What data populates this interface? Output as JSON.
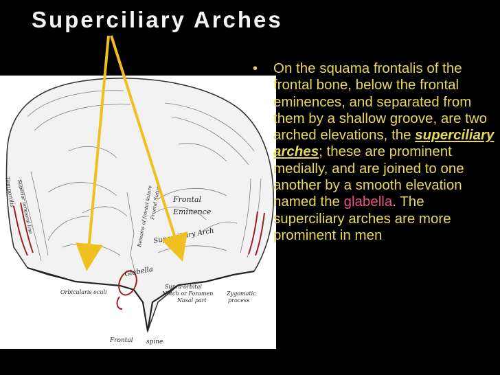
{
  "slide": {
    "title": "Superciliary Arches",
    "bullet": {
      "part1": "On the squama frontalis of the frontal bone, below the frontal eminences, and separated from them by a shallow groove, are two arched elevations, the ",
      "term": "superciliary arches",
      "part2": "; these are prominent medially, and are joined to one another by a smooth elevation named the ",
      "highlight": "glabella",
      "part3": ". The superciliary arches are more prominent in men"
    },
    "colors": {
      "background": "#000000",
      "text": "#e8d85a",
      "highlight": "#e8518a",
      "arrow": "#f0c020"
    }
  },
  "figure": {
    "labels": {
      "frontal": "Frontal",
      "eminence": "Eminence",
      "superciliary_arch": "Superciliary Arch",
      "glabella": "Glabella",
      "supraorbital_notch": "Supra-orbital",
      "notch_or_foramen": "Notch or Foramen",
      "orbicularis": "Orbicularis oculi",
      "nasal_part": "Nasal part",
      "zygomatic": "Zygomatic",
      "process": "process",
      "frontal_spine_a": "Frontal",
      "frontal_spine_b": "spine",
      "temporalis": "Temporalis",
      "superior_temporal": "Superior temporal line",
      "coronal": "Remains of frontal suture",
      "frontal_suture": "Frontal Suture"
    }
  }
}
